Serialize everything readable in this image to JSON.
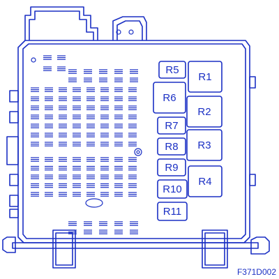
{
  "diagram": {
    "stroke_color": "#1a2fc4",
    "background": "#ffffff",
    "relays": [
      {
        "id": "R5",
        "label": "R5"
      },
      {
        "id": "R1",
        "label": "R1"
      },
      {
        "id": "R6",
        "label": "R6"
      },
      {
        "id": "R2",
        "label": "R2"
      },
      {
        "id": "R7",
        "label": "R7"
      },
      {
        "id": "R3",
        "label": "R3"
      },
      {
        "id": "R8",
        "label": "R8"
      },
      {
        "id": "R9",
        "label": "R9"
      },
      {
        "id": "R4",
        "label": "R4"
      },
      {
        "id": "R10",
        "label": "R10"
      },
      {
        "id": "R11",
        "label": "R11"
      }
    ],
    "code": "F371D002"
  }
}
